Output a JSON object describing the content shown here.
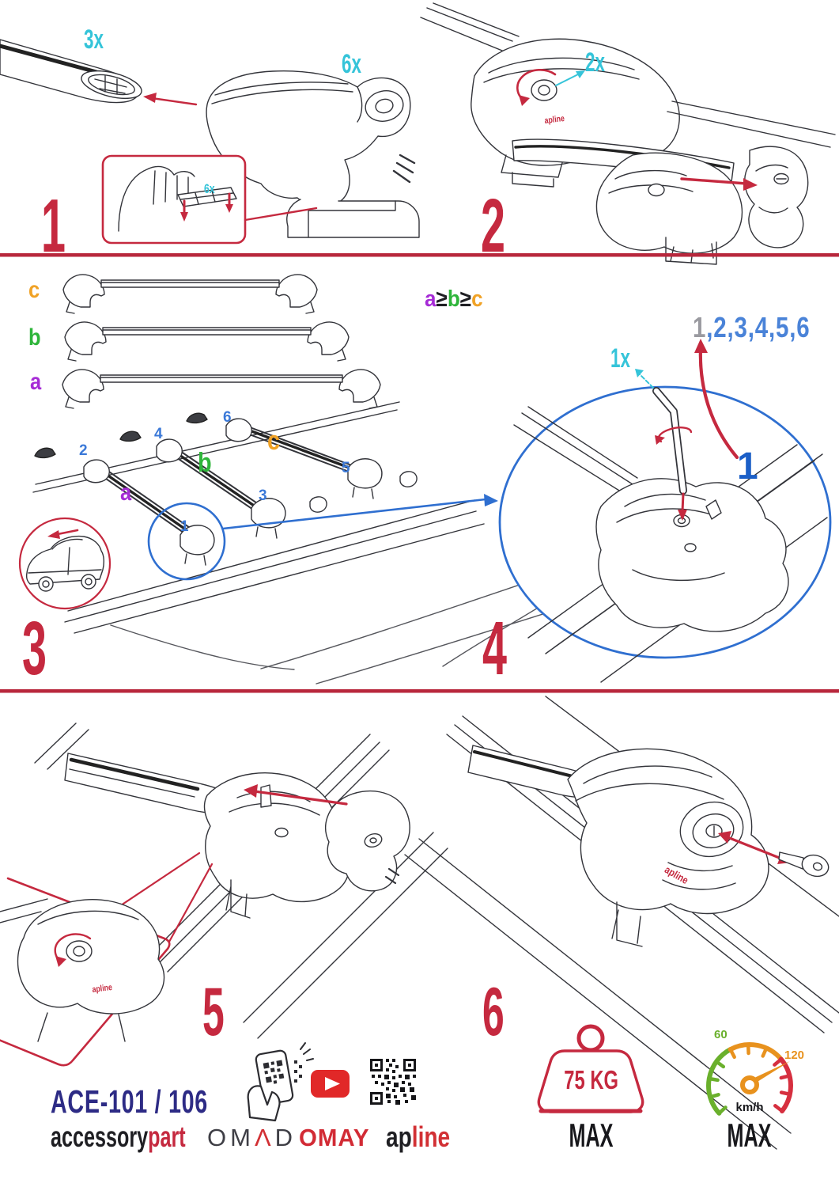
{
  "steps": {
    "s1": {
      "num": "1",
      "bar_qty": "3x",
      "foot_qty": "6x",
      "pad_qty": "6x"
    },
    "s2": {
      "num": "2",
      "qty": "2x",
      "brand": "apline"
    },
    "s3": {
      "num": "3",
      "stack": [
        "c",
        "b",
        "a"
      ],
      "formula": [
        "a",
        "≥",
        "b",
        "≥",
        "c"
      ],
      "roof_letters": [
        "a",
        "b",
        "c"
      ],
      "roof_numbers": [
        "1",
        "2",
        "3",
        "4",
        "5",
        "6"
      ]
    },
    "s4": {
      "num": "4",
      "qty": "1x",
      "seq_first": "1",
      "seq_rest": ",2,3,4,5,6",
      "big_one": "1"
    },
    "s5": {
      "num": "5",
      "brand": "apline"
    },
    "s6": {
      "num": "6",
      "brand": "apline"
    }
  },
  "footer": {
    "model": "ACE-101 / 106",
    "brand_black": "accessory",
    "brand_red": "part",
    "omad_left": "OM",
    "omad_mid": "Λ",
    "omad_right": "D",
    "omay": "OMAY",
    "apline_dark": "ap",
    "apline_red": "line",
    "weight": "75 KG",
    "weight_max": "MAX",
    "speed_low": "60",
    "speed_high": "120",
    "speed_unit": "km/h",
    "speed_max": "MAX"
  },
  "colors": {
    "accent_red": "#c5293f",
    "cyan": "#35c4d9",
    "blue": "#3b79d8",
    "dark_blue": "#1b5fc7",
    "purple": "#a62bd6",
    "green": "#2eb53a",
    "orange": "#f0a226",
    "navy": "#2d2b85",
    "youtube_red": "#e12828",
    "gauge_green": "#6ab02c",
    "gauge_orange": "#e8921e",
    "gauge_red": "#d62f3f"
  }
}
